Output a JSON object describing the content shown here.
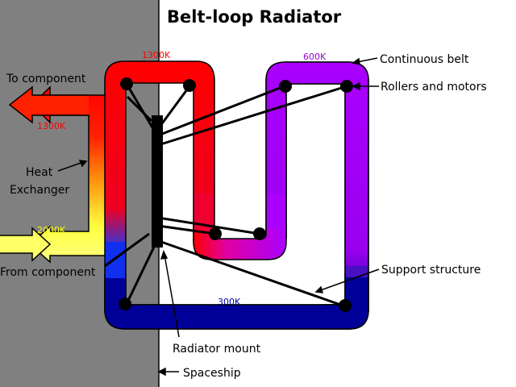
{
  "title": "Belt-loop Radiator",
  "labels": {
    "to_component": "To component",
    "from_component": "From component",
    "heat_exchanger_line1": "Heat",
    "heat_exchanger_line2": "Exchanger",
    "continuous_belt": "Continuous belt",
    "rollers_and_motors": "Rollers and motors",
    "support_structure": "Support structure",
    "radiator_mount": "Radiator mount",
    "spaceship": "Spaceship"
  },
  "temperatures": {
    "top_left": "1300K",
    "outlet": "1300K",
    "inlet": "2000K",
    "top_right": "600K",
    "bottom": "300K"
  },
  "colors": {
    "hull": "#808080",
    "hot": "#ff0000",
    "warm": "#ff8000",
    "inlet": "#ffff66",
    "belt_purple": "#aa00ff",
    "belt_blue": "#000099",
    "temp_red": "#ff0000",
    "temp_yellow": "#ffff00",
    "temp_purple": "#9900cc",
    "temp_blue": "#000099"
  }
}
